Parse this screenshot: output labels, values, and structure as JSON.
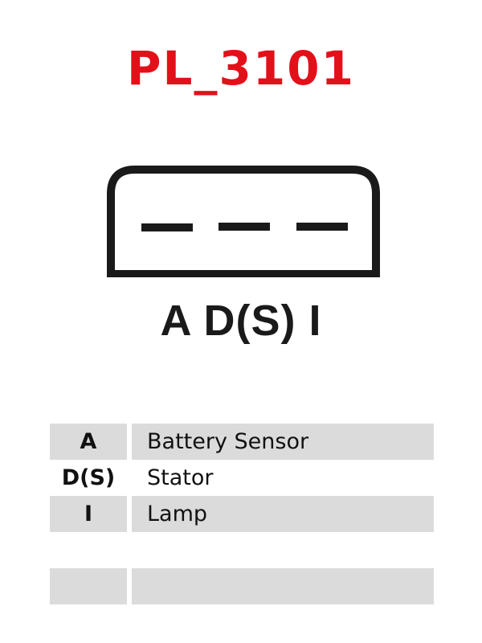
{
  "title": "PL_3101",
  "colors": {
    "title": "#e3101a",
    "connector_stroke": "#1a1a1a",
    "row_shade": "#dbdbdb"
  },
  "connector": {
    "pin_count": 3,
    "pin_labels": "A D(S) I"
  },
  "legend": {
    "rows": [
      {
        "key": "A",
        "value": "Battery Sensor",
        "shaded": true
      },
      {
        "key": "D(S)",
        "value": "Stator",
        "shaded": false
      },
      {
        "key": "I",
        "value": "Lamp",
        "shaded": true
      },
      {
        "key": "",
        "value": "",
        "shaded": false
      },
      {
        "key": "",
        "value": "",
        "shaded": true
      }
    ]
  }
}
